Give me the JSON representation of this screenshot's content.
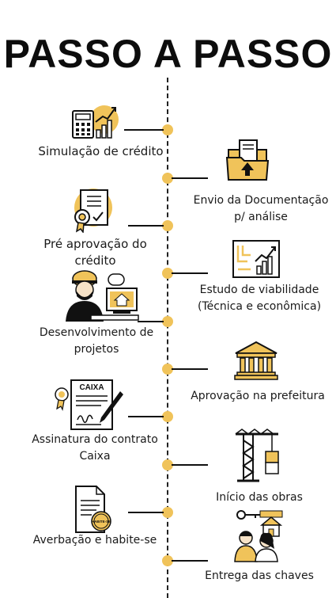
{
  "title": "PASSO A PASSO",
  "steps": [
    {
      "label": "Simulação de crédito",
      "icon": "calculator-chart-icon",
      "side": "left"
    },
    {
      "label": "Envio da Documentação p/ análise",
      "icon": "folder-upload-icon",
      "side": "right"
    },
    {
      "label": "Pré aprovação do crédito",
      "icon": "certificate-check-icon",
      "side": "left"
    },
    {
      "label": "Estudo de viabilidade (Técnica e econômica)",
      "icon": "blueprint-chart-icon",
      "side": "right"
    },
    {
      "label": "Desenvolvimento de projetos",
      "icon": "engineer-computer-icon",
      "side": "left"
    },
    {
      "label": "Aprovação na prefeitura",
      "icon": "city-hall-icon",
      "side": "right"
    },
    {
      "label": "Assinatura do contrato Caixa",
      "icon": "contract-signature-icon",
      "side": "left",
      "icon_text": "CAIXA"
    },
    {
      "label": "Início das obras",
      "icon": "crane-icon",
      "side": "right"
    },
    {
      "label": "Averbação e habite-se",
      "icon": "habite-se-document-icon",
      "side": "left",
      "icon_text": "HABITE-SE"
    },
    {
      "label": "Entrega das chaves",
      "icon": "family-house-key-icon",
      "side": "right"
    }
  ],
  "colors": {
    "accent": "#f0c35a",
    "line": "#111111",
    "background": "#ffffff"
  }
}
